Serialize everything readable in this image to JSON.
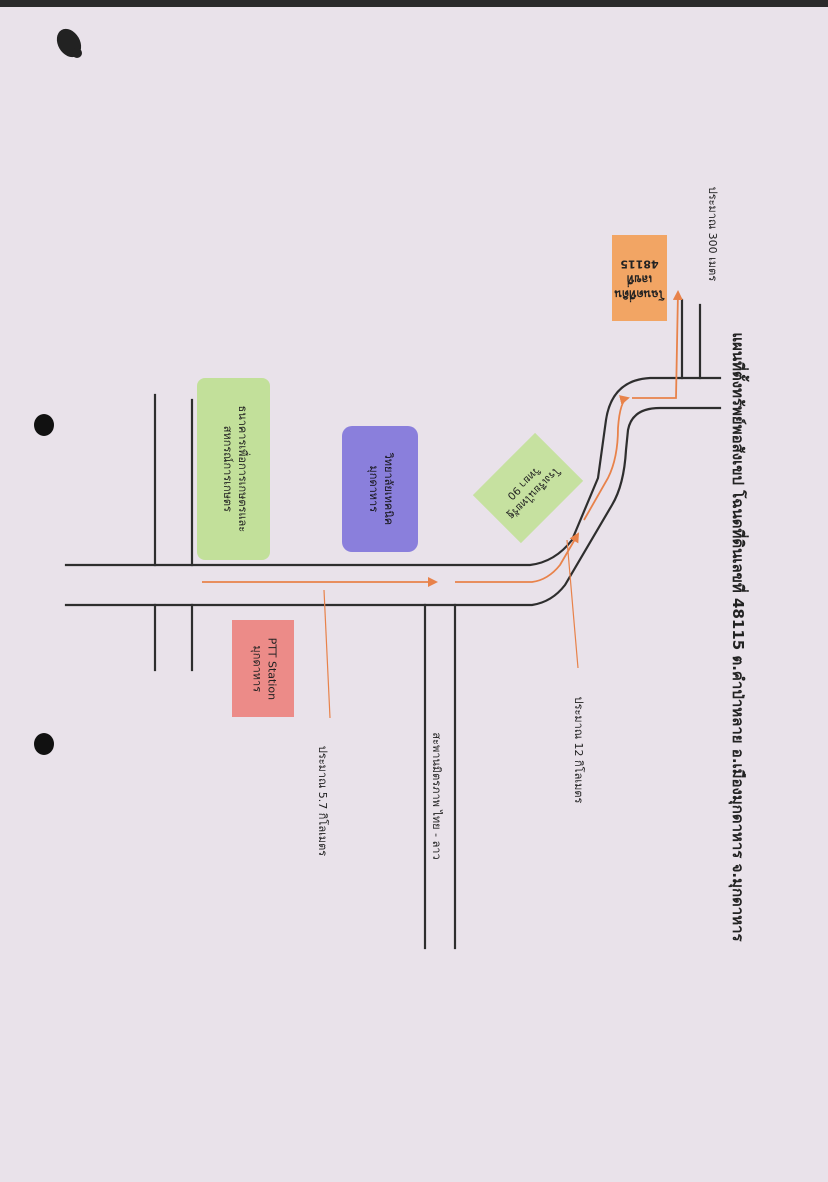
{
  "title": "แผนที่ตั้งทรัพย์พอสังเขป โฉนดที่ดินเลขที่ 48115 ต.คำป่าหลาย อ.เมืองมุกดาหาร จ.มุกดาหาร",
  "distances": {
    "to_parcel": "ประมาณ 300 เมตร",
    "segment_2": "ประมาณ 12 กิโลเมตร",
    "segment_1": "ประมาณ 5.7 กิโลเมตร"
  },
  "landmarks": {
    "parcel": {
      "line1": "โฉนดที่ดิน",
      "line2": "เลขที่ 48115"
    },
    "bank": {
      "line1": "ธนาคารเพื่อการเกษตรและ",
      "line2": "สหกรณ์การเกษตร"
    },
    "technical_college": {
      "line1": "วิทยาลัยเทคนิค",
      "line2": "มุกดาหาร"
    },
    "school": {
      "line1": "โรงเรียนไทยรัฐ",
      "line2": "วิทยา 90"
    },
    "ptt": {
      "line1": "PTT Station",
      "line2": "มุกดาหาร"
    },
    "bridge": "สะพานมิตรภาพ ไทย - ลาว"
  },
  "colors": {
    "background": "#e9e2ea",
    "road": "#2e2e2e",
    "route": "#e8824a",
    "parcel_box": "#f2a564",
    "bank_box": "#c2e09a",
    "college_box": "#8a7fdc",
    "school_box": "#c6e1a0",
    "ptt_box": "#ec8b88"
  }
}
